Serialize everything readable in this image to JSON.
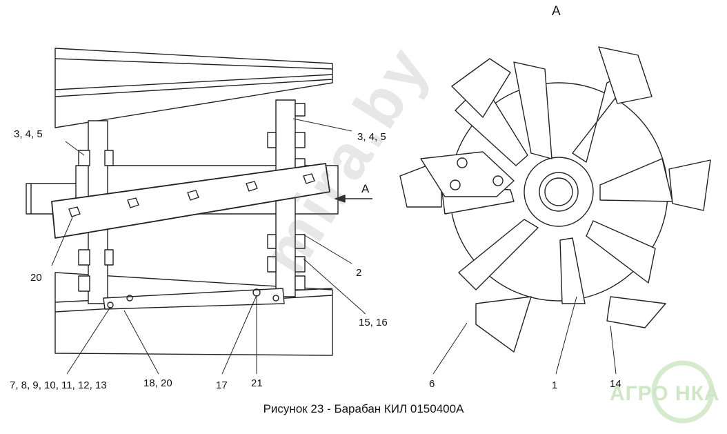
{
  "caption": "Рисунок 23 - Барабан КИЛ 0150400А",
  "view_label": "А",
  "arrow_label": "А",
  "watermark": "mira.by",
  "logo": "АГРО НКА",
  "callouts": {
    "c345_left": "3, 4, 5",
    "c345_right": "3, 4, 5",
    "c2": "2",
    "c20": "20",
    "c1516": "15, 16",
    "c7_13": "7, 8, 9, 10, 11, 12, 13",
    "c1820": "18, 20",
    "c17": "17",
    "c21": "21",
    "c6": "6",
    "c1": "1",
    "c14": "14"
  }
}
